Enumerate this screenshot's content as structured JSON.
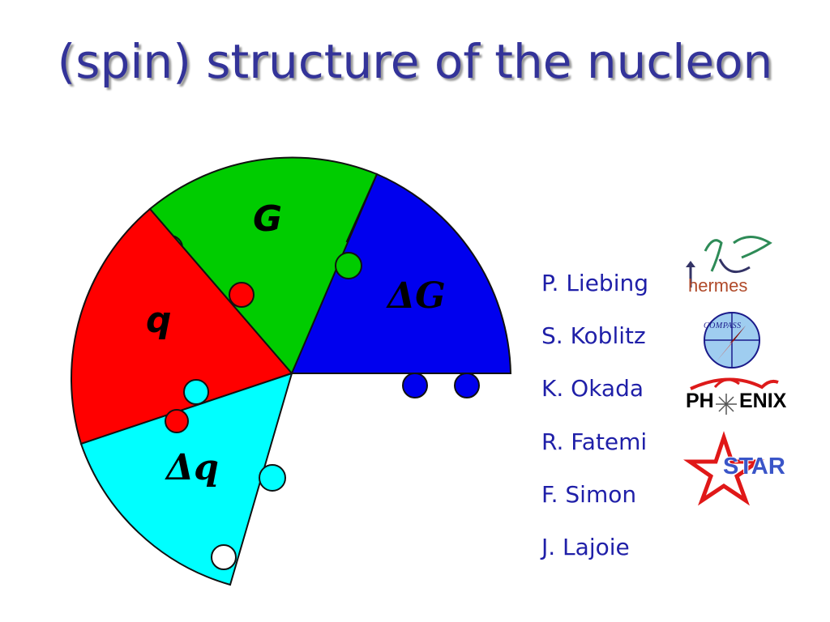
{
  "slide": {
    "title": "(spin) structure of the nucleon"
  },
  "puzzle": {
    "pieces": [
      {
        "label": "G",
        "color": "#00cc00",
        "symbol_prefix": ""
      },
      {
        "label": "G",
        "color": "#0000ee",
        "symbol_prefix": "Δ"
      },
      {
        "label": "q",
        "color": "#ff0000",
        "symbol_prefix": ""
      },
      {
        "label": "q",
        "color": "#00ffff",
        "symbol_prefix": "Δ"
      }
    ]
  },
  "speakers": [
    {
      "name": "P. Liebing",
      "experiment_logo": "hermes-logo"
    },
    {
      "name": "S. Koblitz",
      "experiment_logo": "compass-logo"
    },
    {
      "name": "K. Okada",
      "experiment_logo": "phenix-logo"
    },
    {
      "name": "R. Fatemi",
      "experiment_logo": "star-logo"
    },
    {
      "name": "F. Simon",
      "experiment_logo": ""
    },
    {
      "name": "J. Lajoie",
      "experiment_logo": ""
    }
  ],
  "logos": {
    "hermes": {
      "text": "hermes"
    },
    "compass": {
      "text": "COMPASS"
    },
    "phenix": {
      "text_left": "PH",
      "text_right": "ENIX"
    },
    "star": {
      "text": "STAR"
    }
  }
}
